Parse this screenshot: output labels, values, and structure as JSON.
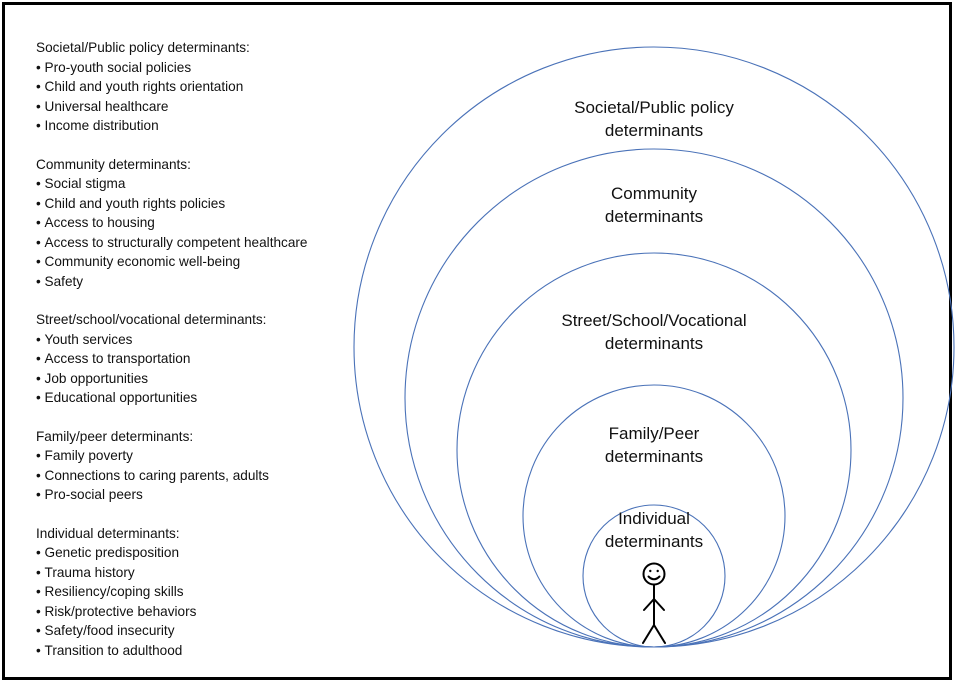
{
  "determinant_groups": [
    {
      "title": "Societal/Public policy determinants:",
      "items": [
        "Pro-youth social policies",
        "Child and youth rights orientation",
        "Universal healthcare",
        "Income distribution"
      ]
    },
    {
      "title": "Community determinants:",
      "items": [
        "Social stigma",
        "Child and youth rights policies",
        "Access to housing",
        "Access to structurally competent healthcare",
        "Community economic well-being",
        "Safety"
      ]
    },
    {
      "title": "Street/school/vocational determinants:",
      "items": [
        "Youth services",
        "Access to transportation",
        "Job opportunities",
        "Educational opportunities"
      ]
    },
    {
      "title": "Family/peer determinants:",
      "items": [
        "Family poverty",
        "Connections to caring parents, adults",
        "Pro-social peers"
      ]
    },
    {
      "title": "Individual determinants:",
      "items": [
        "Genetic predisposition",
        "Trauma history",
        "Resiliency/coping skills",
        "Risk/protective behaviors",
        "Safety/food insecurity",
        "Transition to adulthood"
      ]
    }
  ],
  "circle_labels": {
    "societal": [
      "Societal/Public policy",
      "determinants"
    ],
    "community": [
      "Community",
      "determinants"
    ],
    "street": [
      "Street/School/Vocational",
      "determinants"
    ],
    "family": [
      "Family/Peer",
      "determinants"
    ],
    "individual": [
      "Individual",
      "determinants"
    ]
  },
  "colors": {
    "circle_stroke": "#4a72b8",
    "frame": "#000000",
    "text": "#111111"
  },
  "figure_icon": "stick-figure-smiley-icon"
}
